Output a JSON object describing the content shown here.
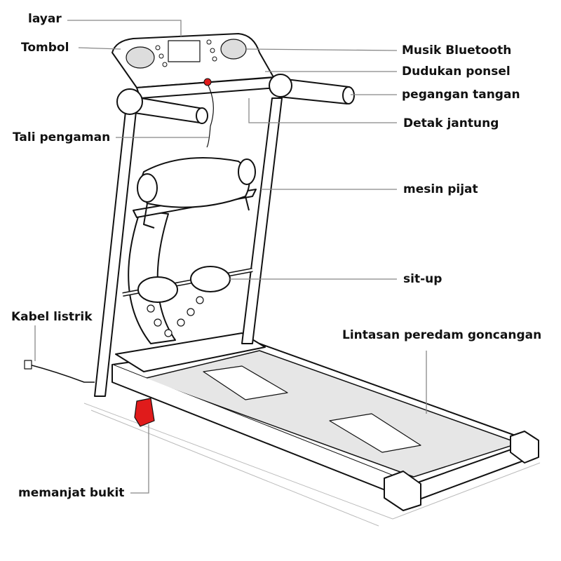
{
  "labels": {
    "screen": "layar",
    "buttons": "Tombol",
    "bluetooth_music": "Musik Bluetooth",
    "phone_holder": "Dudukan ponsel",
    "handrail": "pegangan tangan",
    "heart_rate": "Detak jantung",
    "safety_key": "Tali pengaman",
    "massager": "mesin pijat",
    "situp": "sit-up",
    "power_cable": "Kabel listrik",
    "shock_absorbing_track": "Lintasan peredam goncangan",
    "incline": "memanjat bukit"
  },
  "colors": {
    "line": "#111111",
    "leader": "#888888",
    "accent": "#e01b1b"
  }
}
